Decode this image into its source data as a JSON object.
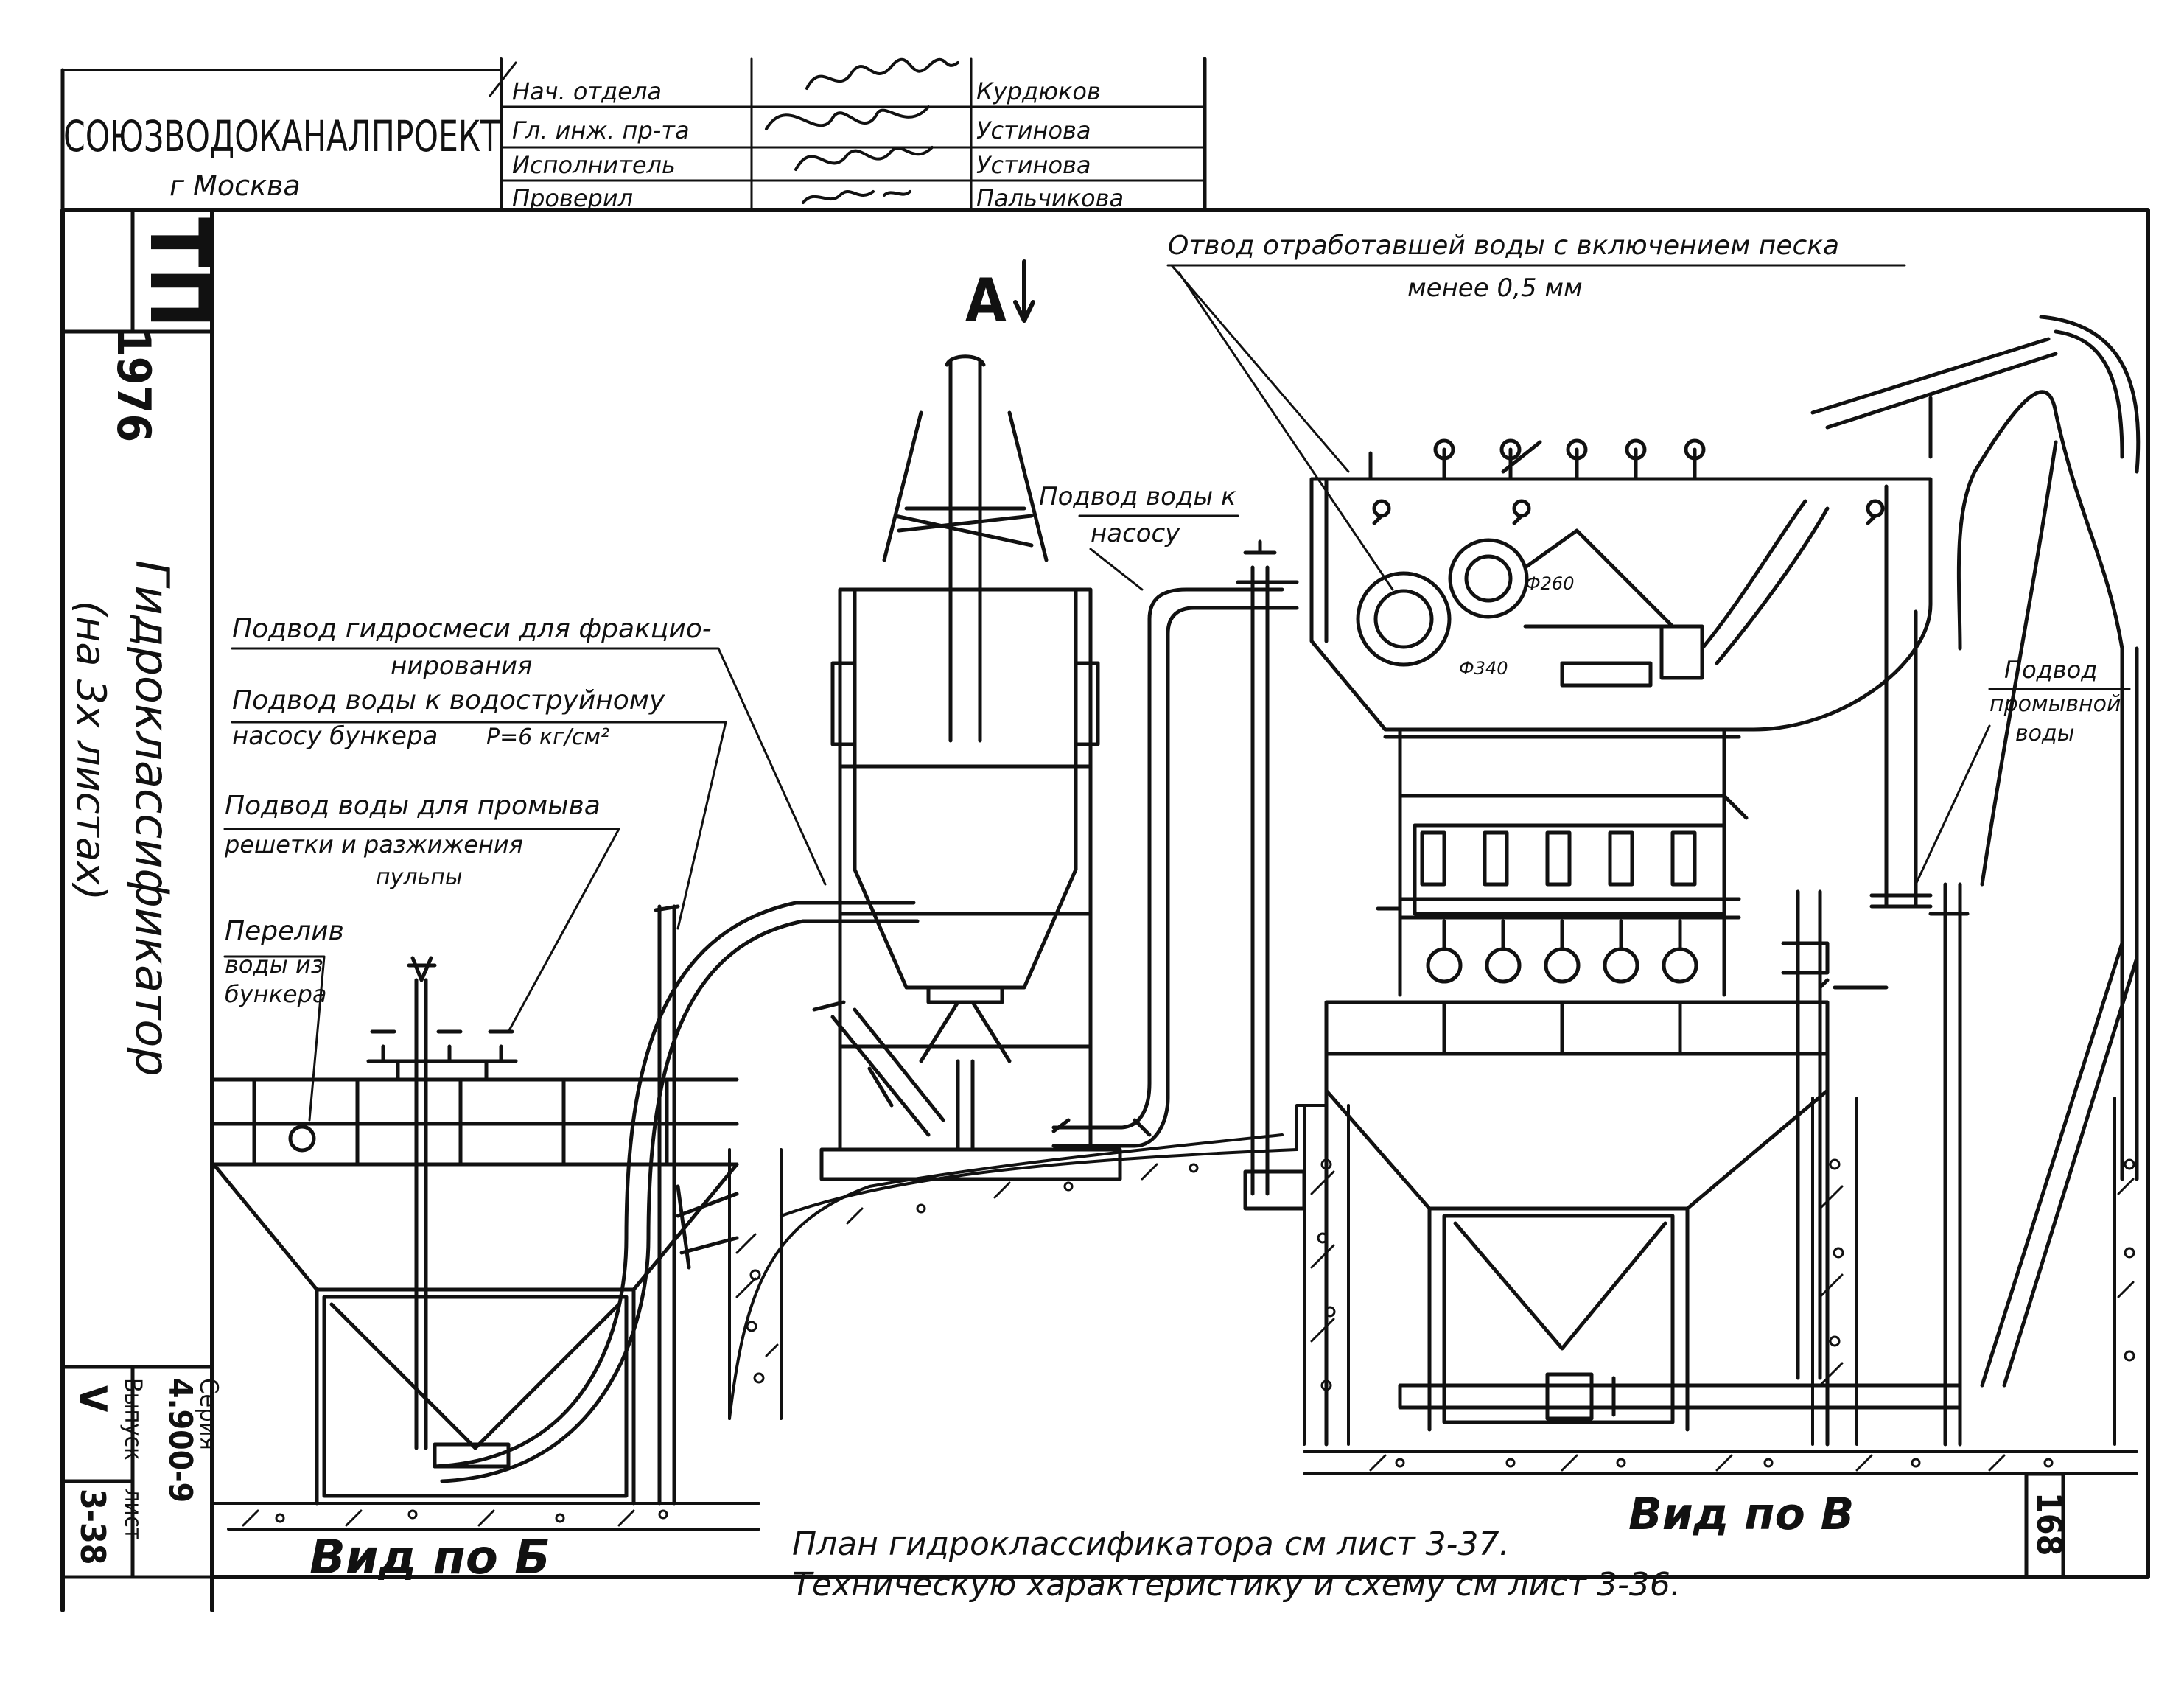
{
  "title_block": {
    "organization": "СОЮЗВОДОКАНАЛПРОЕКТ",
    "city": "г Москва",
    "roles": [
      {
        "role": "Нач. отдела",
        "name": "Курдюков"
      },
      {
        "role": "Гл. инж. пр-та",
        "name": "Устинова"
      },
      {
        "role": "Исполнитель",
        "name": "Устинова"
      },
      {
        "role": "Проверил",
        "name": "Пальчикова"
      }
    ]
  },
  "left_strip": {
    "year": "1976",
    "code": "ТП",
    "drawing_title": "Гидроклассификатор",
    "sheets_note": "(на 3х листах)",
    "series_label": "Серия",
    "series_value": "4.900-9",
    "issue_label": "Выпуск",
    "issue_value": "V",
    "sheet_label": "лист",
    "sheet_value": "3-38"
  },
  "drawing": {
    "arrow_label": "А",
    "annotations": {
      "waste_water_1": "Отвод отработавшей воды с включением песка",
      "waste_water_2": "менее 0,5 мм",
      "pump_water_1": "Подвод воды к",
      "pump_water_2": "насосу",
      "mixture_1": "Подвод гидросмеси для фракцио-",
      "mixture_2": "нирования",
      "jet_pump_1": "Подвод воды к водоструйному",
      "jet_pump_2": "насосу бункера",
      "pressure": "Р=6 кг/см²",
      "rinse_1": "Подвод воды для промыва",
      "rinse_2": "решетки и разжижения",
      "rinse_3": "пульпы",
      "overflow_1": "Перелив",
      "overflow_2": "воды из",
      "overflow_3": "бункера",
      "wash_1": "Подвод",
      "wash_2": "промывной",
      "wash_3": "воды",
      "dia_260": "Ф260",
      "dia_340": "Ф340"
    },
    "view_b_label": "Вид по Б",
    "view_v_label": "Вид по В",
    "note_1": "План гидроклассификатора см лист 3-37.",
    "note_2": "Техническую характеристику и схему см лист 3-36.",
    "page_number": "168"
  }
}
